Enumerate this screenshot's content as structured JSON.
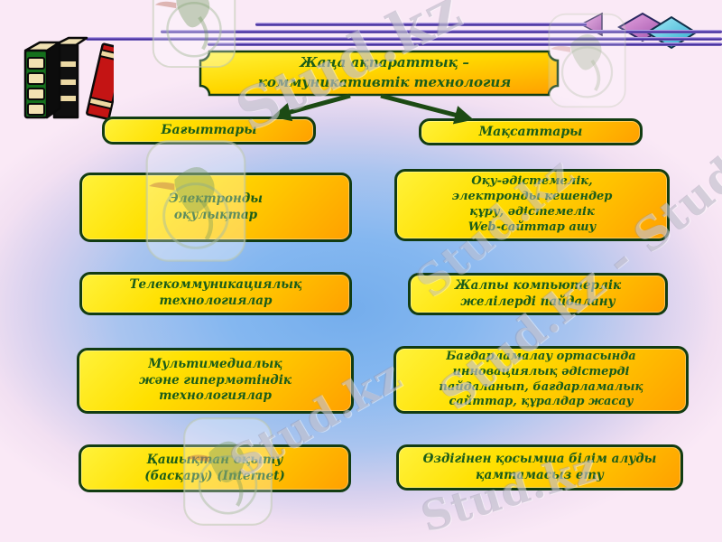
{
  "slide": {
    "title": "Жаңа ақпараттық –\nкоммуникативтік технология",
    "left_column": {
      "header": "Бағыттары",
      "items": [
        "Электронды\nоқулықтар",
        "Телекоммуникациялық\nтехнологиялар",
        "Мультимедиалық\nжәне гипермәтіндік технологиялар",
        "Қашықтан оқыту\n(басқару) (Internet)"
      ]
    },
    "right_column": {
      "header": "Мақсаттары",
      "items": [
        "Оқу-әдістемелік,\nэлектронды кешендер\nқұру, әдістемелік\nWeb-сайттар ашу",
        "Жалпы компьютерлік\nжелілерді пайдалану",
        "Бағдарламалау ортасында\nинновациялық әдістерді\nпайдаланып, бағдарламалық\nсайттар, құралдар жасау",
        "Өздігінен қосымша білім алуды\nқамтамасыз ету"
      ]
    }
  },
  "watermark": {
    "brand": "Stud.kz",
    "texts": [
      "Stud.kz",
      "Stud.kz - Stud.kz",
      "Stud.kz",
      "Stud.kz",
      "Stud.kz"
    ]
  },
  "decor": {
    "icons": [
      "books-clipart",
      "hummingbird-logo-watermark",
      "triangle-decoration",
      "pink-diamond-decoration",
      "blue-diamond-decoration",
      "divider-lines"
    ],
    "colors": {
      "box_fill_top": "#FFF23A",
      "box_fill_bottom": "#FFA000",
      "box_border": "#123C12",
      "box_text_green": "#1A5C1A",
      "arrow_green": "#1C4A14",
      "line_purple": "#4A2FA0",
      "bg_center_blue": "#74ADEC",
      "bg_edge_pink": "#FAE9F6",
      "diamond_pink": "#CC6EC4",
      "diamond_blue": "#4FC6E4",
      "book_green": "#15701C",
      "book_red": "#C41414"
    }
  }
}
